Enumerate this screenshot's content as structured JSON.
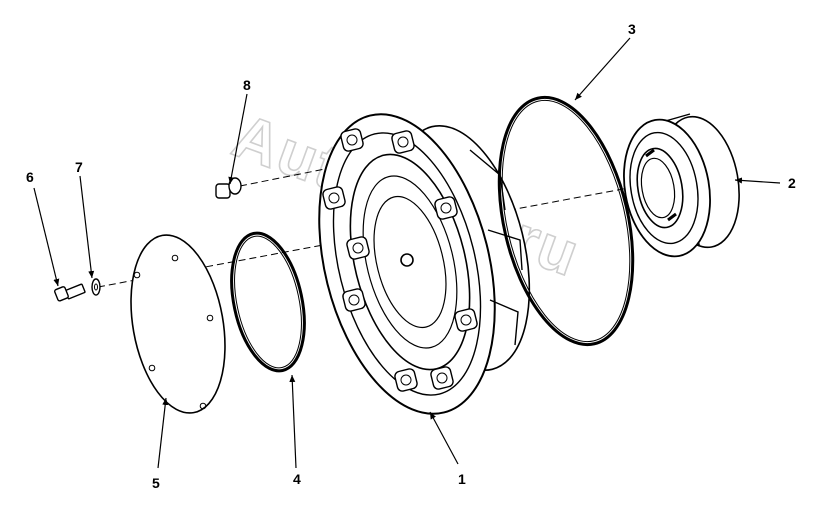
{
  "watermark": "AutoSoft.ru",
  "colors": {
    "line": "#000000",
    "background": "#ffffff",
    "watermark": "#cfcfcf"
  },
  "callouts": [
    {
      "id": "callout-1",
      "label": "1"
    },
    {
      "id": "callout-2",
      "label": "2"
    },
    {
      "id": "callout-3",
      "label": "3"
    },
    {
      "id": "callout-4",
      "label": "4"
    },
    {
      "id": "callout-5",
      "label": "5"
    },
    {
      "id": "callout-6",
      "label": "6"
    },
    {
      "id": "callout-7",
      "label": "7"
    },
    {
      "id": "callout-8",
      "label": "8"
    }
  ]
}
